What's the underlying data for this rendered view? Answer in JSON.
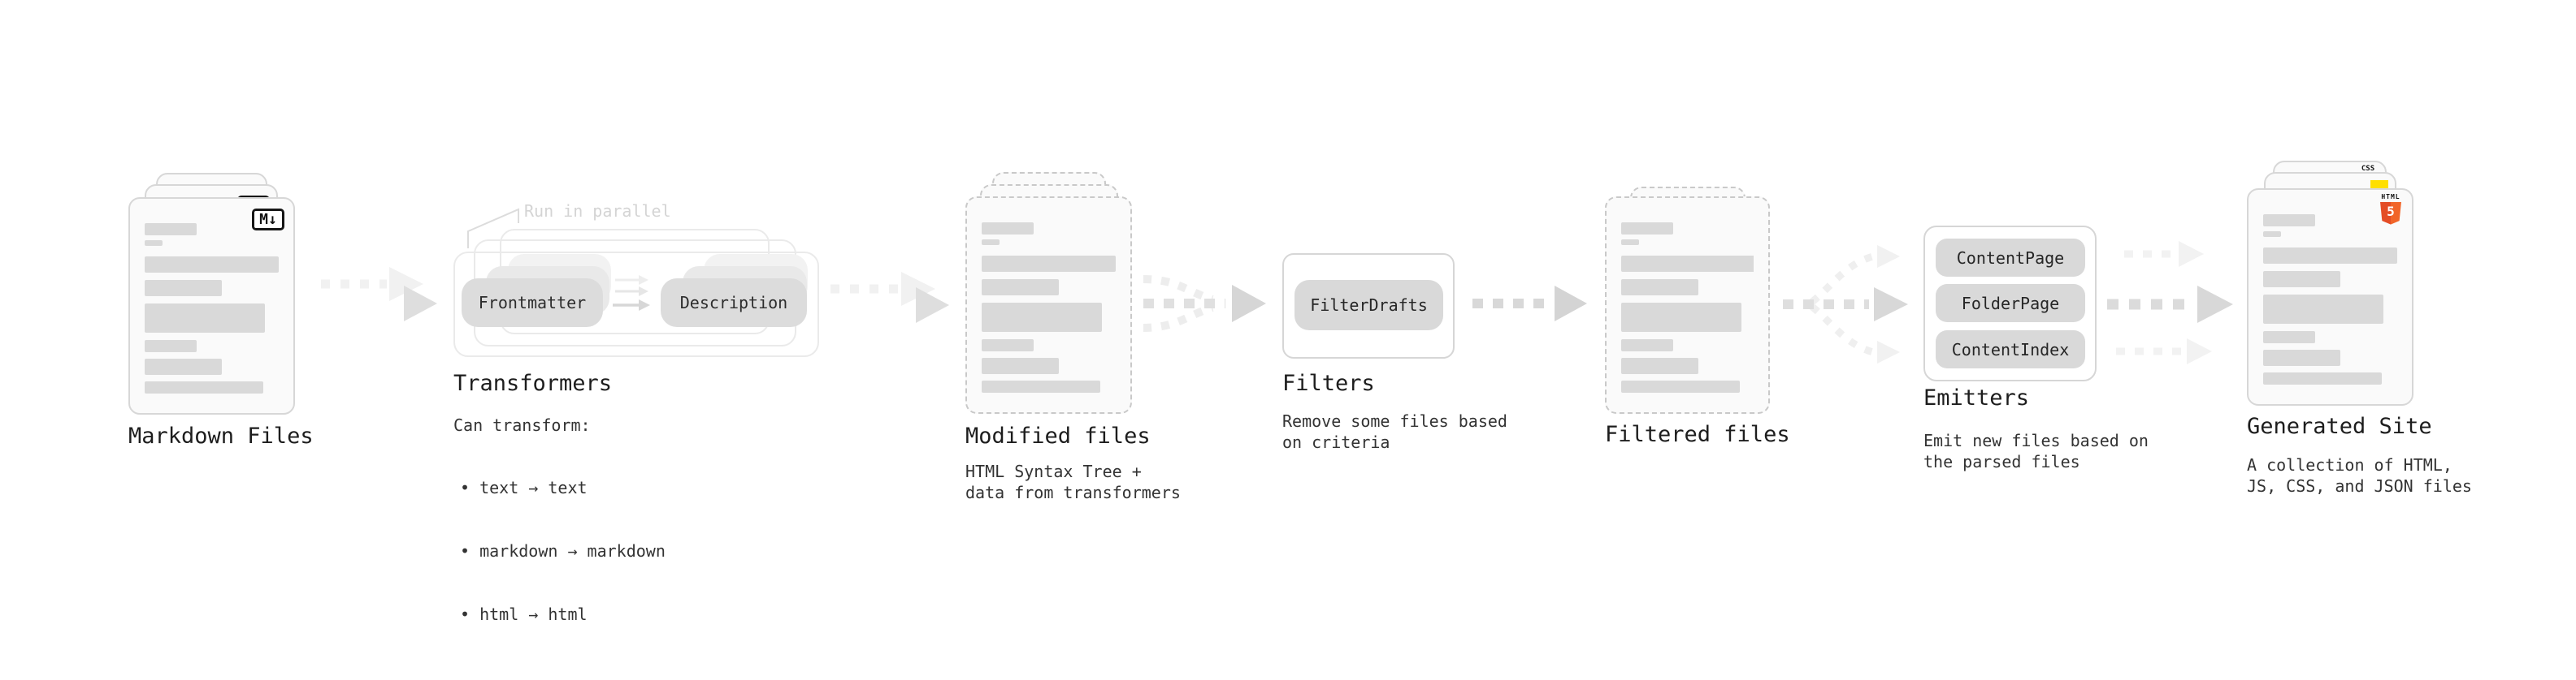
{
  "diagram": {
    "stages": {
      "markdown": {
        "label": "Markdown Files",
        "badge": "M↓"
      },
      "transformers": {
        "label": "Transformers",
        "annotation": "Run in parallel",
        "pill_left": "Frontmatter",
        "pill_right": "Description",
        "caption_intro": "Can transform:",
        "bullets": [
          "• text → text",
          "• markdown → markdown",
          "• html → html"
        ]
      },
      "modified": {
        "label": "Modified files",
        "caption": "HTML Syntax Tree +\ndata from transformers"
      },
      "filters": {
        "label": "Filters",
        "pill": "FilterDrafts",
        "caption": "Remove some files based\non criteria"
      },
      "filtered": {
        "label": "Filtered files"
      },
      "emitters": {
        "label": "Emitters",
        "pills": [
          "ContentPage",
          "FolderPage",
          "ContentIndex"
        ],
        "caption": "Emit new files based on\nthe parsed files"
      },
      "generated": {
        "label": "Generated Site",
        "caption": "A collection of HTML,\nJS, CSS, and JSON files",
        "badges": {
          "css": "CSS",
          "html5_title": "HTML",
          "html5_number": "5"
        }
      }
    },
    "colors": {
      "html5_orange": "#e44d26",
      "js_yellow": "#ffdf00",
      "css_blue": "#2f68f1"
    }
  }
}
